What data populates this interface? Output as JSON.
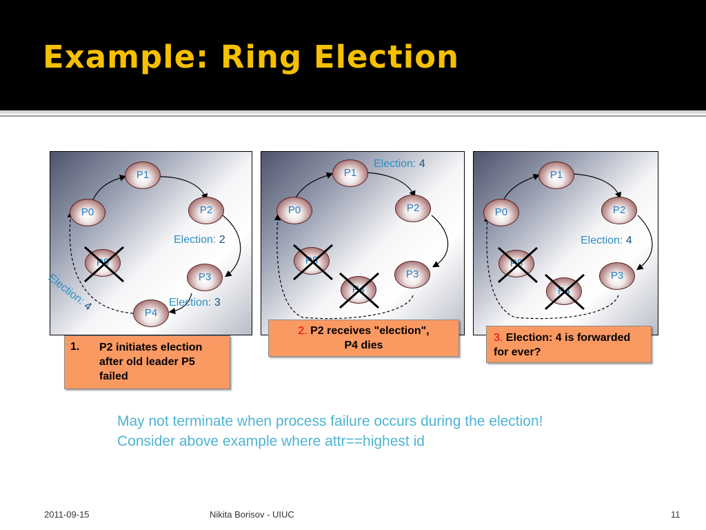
{
  "slide": {
    "title": "Example: Ring Election",
    "title_color": "#f5c000",
    "accent_color": "#f5c000",
    "bullet_icon": "square-bullet-icon"
  },
  "panels": [
    {
      "nodes": [
        "P1",
        "P0",
        "P2",
        "P5",
        "P3",
        "P4"
      ],
      "labels": [
        {
          "text": "Election: ",
          "value": "2"
        },
        {
          "text": "Election: ",
          "value": "3"
        },
        {
          "text": "Election: ",
          "value": "4"
        }
      ]
    },
    {
      "nodes": [
        "P1",
        "P0",
        "P2",
        "P5",
        "P3",
        "P4"
      ],
      "labels": [
        {
          "text": "Election: ",
          "value": "4"
        }
      ]
    },
    {
      "nodes": [
        "P1",
        "P0",
        "P2",
        "P5",
        "P3",
        "P4"
      ],
      "labels": [
        {
          "text": "Election: ",
          "value": "4"
        }
      ]
    }
  ],
  "callouts": [
    {
      "num": "1.",
      "text": "P2 initiates election after old leader P5 failed"
    },
    {
      "num": "2.",
      "text_line1": "P2 receives \"election\",",
      "text_line2": "P4 dies"
    },
    {
      "num": "3.",
      "text": "Election: 4 is forwarded for ever?"
    }
  ],
  "summary": {
    "line1": "May not terminate when process failure occurs during the election!",
    "line2": "Consider above example where attr==highest id"
  },
  "footer": {
    "date": "2011-09-15",
    "author": "Nikita Borisov - UIUC",
    "page": "11"
  }
}
